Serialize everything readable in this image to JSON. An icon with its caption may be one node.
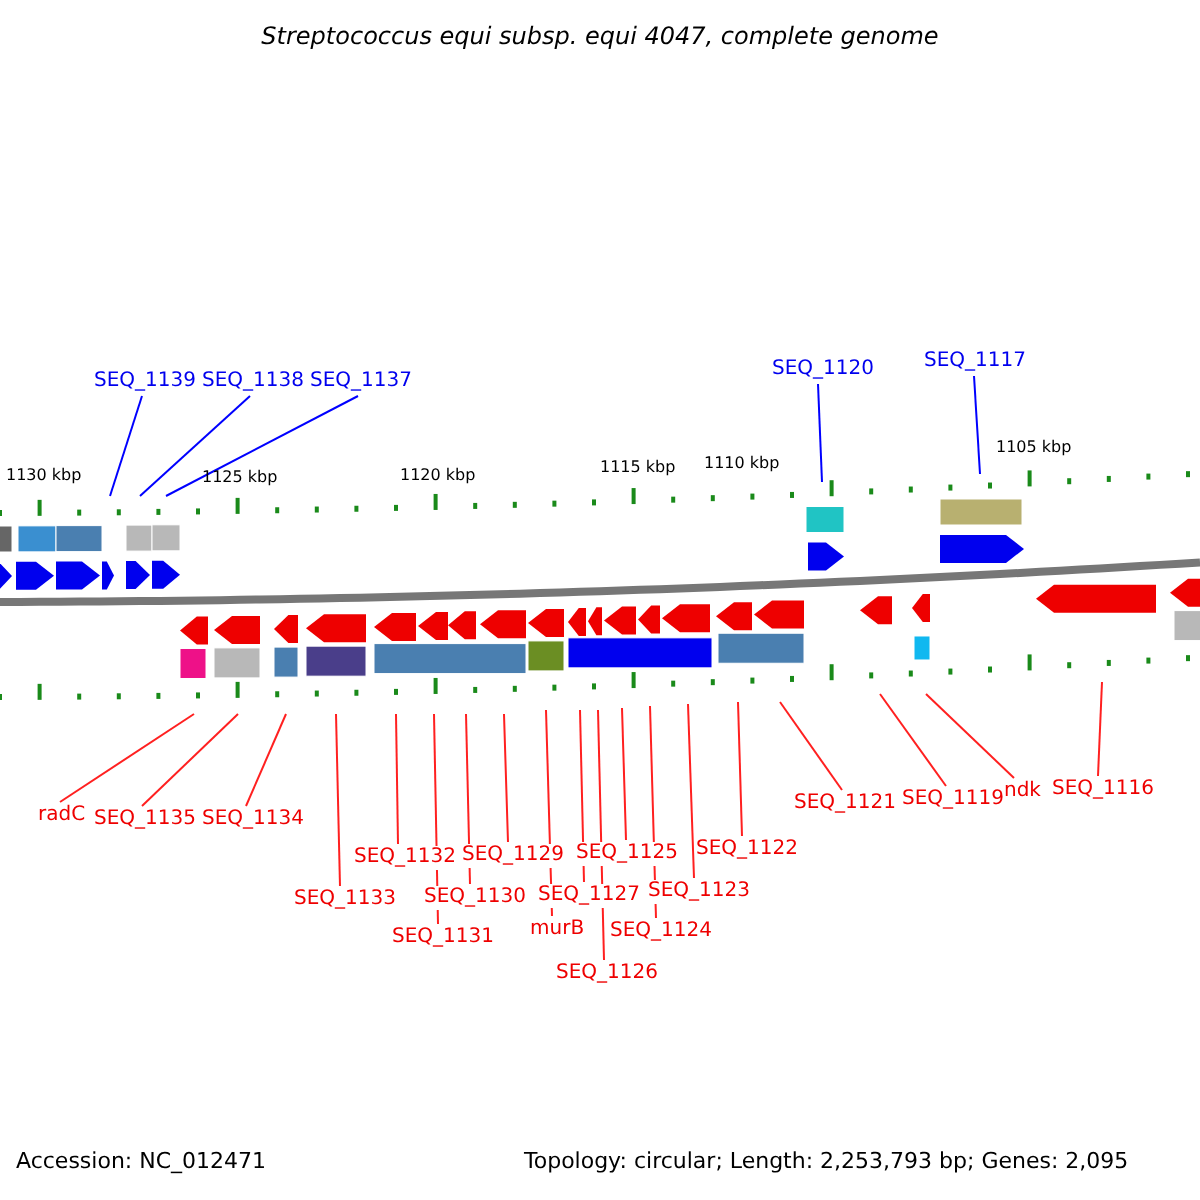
{
  "diagram": {
    "title": "Streptococcus equi subsp. equi 4047, complete genome",
    "nodes": [
      {
        "text": [
          "SEQ_1139"
        ]
      },
      {
        "text": [
          "SEQ_1138"
        ]
      },
      {
        "text": [
          "SEQ_1137"
        ]
      },
      {
        "text": [
          "SEQ_1120"
        ]
      },
      {
        "text": [
          "SEQ_1117"
        ]
      },
      {
        "text": [
          "radC"
        ]
      },
      {
        "text": [
          "SEQ_1135"
        ]
      },
      {
        "text": [
          "SEQ_1134"
        ]
      },
      {
        "text": [
          "SEQ_1133"
        ]
      },
      {
        "text": [
          "SEQ_1132"
        ]
      },
      {
        "text": [
          "SEQ_1131"
        ]
      },
      {
        "text": [
          "SEQ_1130"
        ]
      },
      {
        "text": [
          "SEQ_1129"
        ]
      },
      {
        "text": [
          "murB"
        ]
      },
      {
        "text": [
          "SEQ_1127"
        ]
      },
      {
        "text": [
          "SEQ_1126"
        ]
      },
      {
        "text": [
          "SEQ_1125"
        ]
      },
      {
        "text": [
          "SEQ_1124"
        ]
      },
      {
        "text": [
          "SEQ_1123"
        ]
      },
      {
        "text": [
          "SEQ_1122"
        ]
      },
      {
        "text": [
          "SEQ_1121"
        ]
      },
      {
        "text": [
          "SEQ_1119"
        ]
      },
      {
        "text": [
          "ndk"
        ]
      },
      {
        "text": [
          "SEQ_1116"
        ]
      }
    ],
    "edges": [
      {
        "from": 0,
        "to": null,
        "arrow": "none",
        "color": "#0000ff"
      },
      {
        "from": 1,
        "to": null,
        "arrow": "none",
        "color": "#0000ff"
      },
      {
        "from": 2,
        "to": null,
        "arrow": "none",
        "color": "#0000ff"
      },
      {
        "from": 3,
        "to": null,
        "arrow": "none",
        "color": "#0000ff"
      },
      {
        "from": 4,
        "to": null,
        "arrow": "none",
        "color": "#0000ff"
      },
      {
        "from": 5,
        "to": null,
        "arrow": "none"
      },
      {
        "from": 6,
        "to": null,
        "arrow": "none"
      },
      {
        "from": 7,
        "to": null,
        "arrow": "none"
      },
      {
        "from": 8,
        "to": null,
        "arrow": "none"
      },
      {
        "from": 9,
        "to": null,
        "arrow": "none"
      },
      {
        "from": 10,
        "to": null,
        "arrow": "none"
      },
      {
        "from": 11,
        "to": null,
        "arrow": "none"
      },
      {
        "from": 12,
        "to": null,
        "arrow": "none"
      },
      {
        "from": 13,
        "to": null,
        "arrow": "none"
      },
      {
        "from": 14,
        "to": null,
        "arrow": "none"
      },
      {
        "from": 15,
        "to": null,
        "arrow": "none"
      },
      {
        "from": 16,
        "to": null,
        "arrow": "none"
      },
      {
        "from": 17,
        "to": null,
        "arrow": "none"
      },
      {
        "from": 18,
        "to": null,
        "arrow": "none"
      },
      {
        "from": 19,
        "to": null,
        "arrow": "none"
      },
      {
        "from": 20,
        "to": null,
        "arrow": "none"
      },
      {
        "from": 21,
        "to": null,
        "arrow": "none"
      },
      {
        "from": 22,
        "to": null,
        "arrow": "none"
      },
      {
        "from": 23,
        "to": null,
        "arrow": "none"
      }
    ],
    "labels": [
      "1130 kbp",
      "1125 kbp",
      "1120 kbp",
      "1115 kbp",
      "1110 kbp",
      "1105 kbp",
      "Accession: NC_012471",
      "Topology: circular; Length: 2,253,793 bp; Genes: 2,095"
    ]
  }
}
